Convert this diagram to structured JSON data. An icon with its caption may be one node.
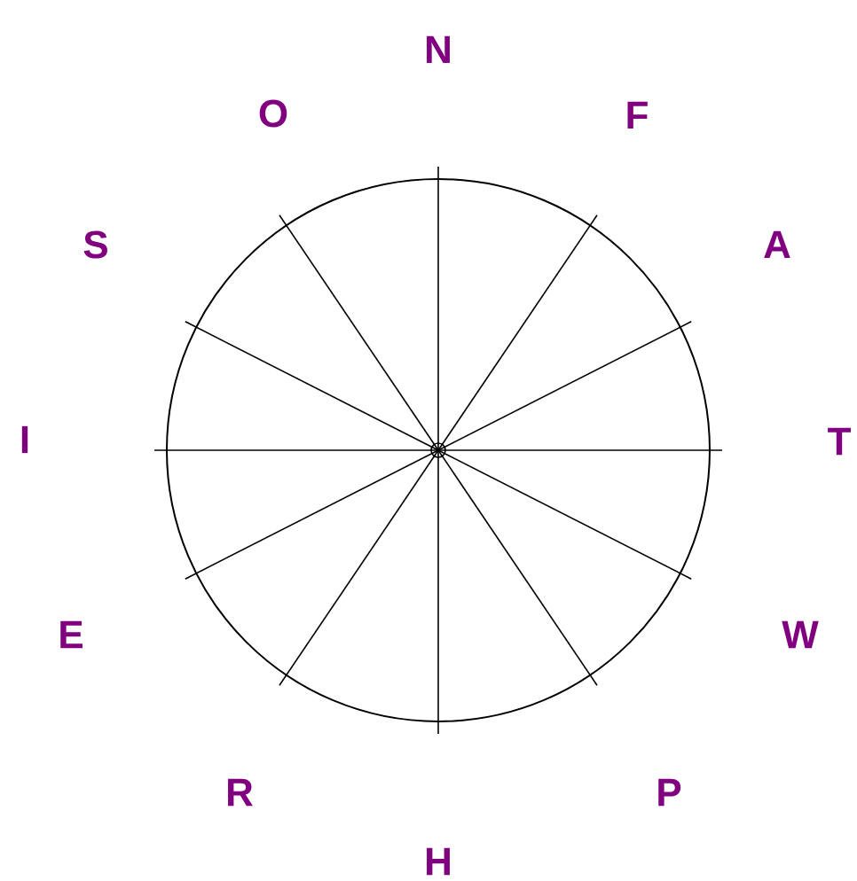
{
  "diagram": {
    "labels": [
      "N",
      "O",
      "F",
      "S",
      "A",
      "I",
      "T",
      "E",
      "W",
      "R",
      "P",
      "H"
    ]
  }
}
